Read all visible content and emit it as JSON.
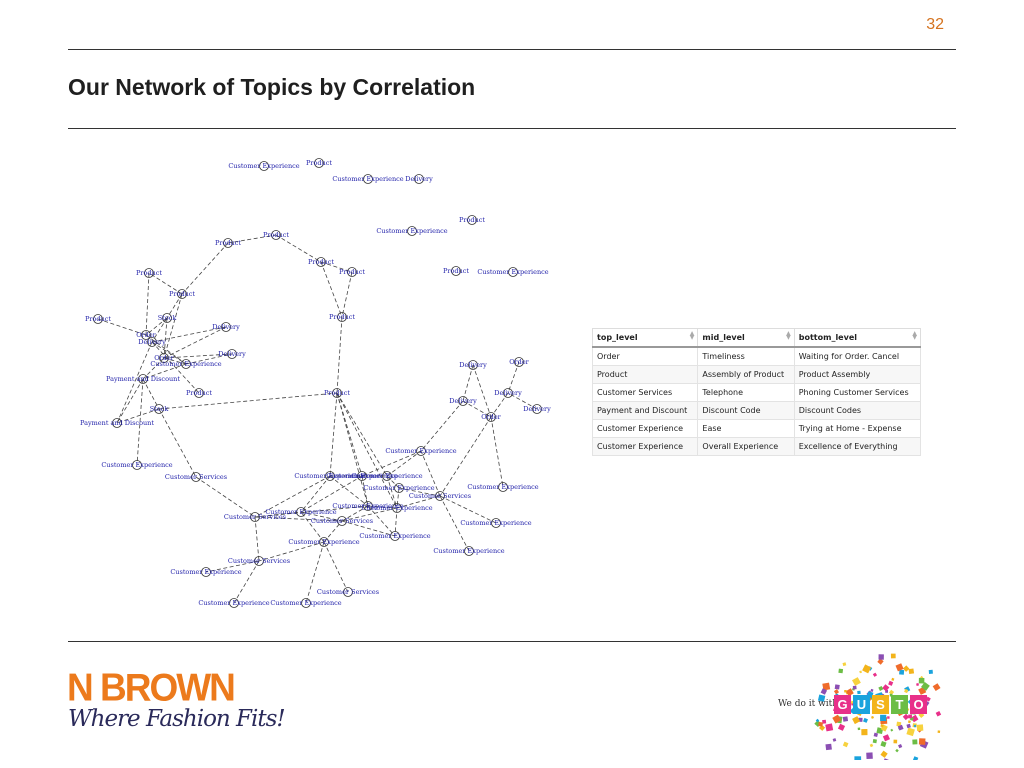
{
  "page_number": "32",
  "title": "Our Network of Topics by Correlation",
  "network": {
    "nodes": [
      {
        "id": 0,
        "label": "Customer Experience"
      },
      {
        "id": 1,
        "label": "Product"
      },
      {
        "id": 2,
        "label": "Customer Experience"
      },
      {
        "id": 3,
        "label": "Delivery"
      },
      {
        "id": 4,
        "label": "Customer Experience"
      },
      {
        "id": 5,
        "label": "Product"
      },
      {
        "id": 6,
        "label": "Product"
      },
      {
        "id": 7,
        "label": "Product"
      },
      {
        "id": 8,
        "label": "Product"
      },
      {
        "id": 9,
        "label": "Product"
      },
      {
        "id": 10,
        "label": "Product"
      },
      {
        "id": 11,
        "label": "Customer Experience"
      },
      {
        "id": 12,
        "label": "Product"
      },
      {
        "id": 13,
        "label": "Product"
      },
      {
        "id": 14,
        "label": "Product"
      },
      {
        "id": 15,
        "label": "Stock"
      },
      {
        "id": 16,
        "label": "Delivery"
      },
      {
        "id": 17,
        "label": "Order"
      },
      {
        "id": 18,
        "label": "Delivery"
      },
      {
        "id": 19,
        "label": "Order"
      },
      {
        "id": 20,
        "label": "Customer Experience"
      },
      {
        "id": 21,
        "label": "Delivery"
      },
      {
        "id": 22,
        "label": "Payment and Discount"
      },
      {
        "id": 23,
        "label": "Product"
      },
      {
        "id": 24,
        "label": "Stock"
      },
      {
        "id": 25,
        "label": "Payment and Discount"
      },
      {
        "id": 26,
        "label": "Customer Experience"
      },
      {
        "id": 27,
        "label": "Customer Services"
      },
      {
        "id": 28,
        "label": "Product"
      },
      {
        "id": 29,
        "label": "Product"
      },
      {
        "id": 30,
        "label": "Delivery"
      },
      {
        "id": 31,
        "label": "Order"
      },
      {
        "id": 32,
        "label": "Delivery"
      },
      {
        "id": 33,
        "label": "Delivery"
      },
      {
        "id": 34,
        "label": "Delivery"
      },
      {
        "id": 35,
        "label": "Order"
      },
      {
        "id": 36,
        "label": "Customer Experience"
      },
      {
        "id": 37,
        "label": "Customer Experience"
      },
      {
        "id": 38,
        "label": "Customer Experience"
      },
      {
        "id": 39,
        "label": "Customer Experience"
      },
      {
        "id": 40,
        "label": "Customer Experience"
      },
      {
        "id": 41,
        "label": "Customer Services"
      },
      {
        "id": 42,
        "label": "Customer Experience"
      },
      {
        "id": 43,
        "label": "Customer Experience"
      },
      {
        "id": 44,
        "label": "Customer Experience"
      },
      {
        "id": 45,
        "label": "Customer Services"
      },
      {
        "id": 46,
        "label": "Customer Experience"
      },
      {
        "id": 47,
        "label": "Customer Experience"
      },
      {
        "id": 48,
        "label": "Customer Experience"
      },
      {
        "id": 49,
        "label": "Customer Experience"
      },
      {
        "id": 50,
        "label": "Customer Services"
      },
      {
        "id": 51,
        "label": "Customer Experience"
      },
      {
        "id": 52,
        "label": "Customer Services"
      },
      {
        "id": 53,
        "label": "Customer Experience"
      },
      {
        "id": 54,
        "label": "Customer Experience"
      },
      {
        "id": 55,
        "label": "Customer Services"
      },
      {
        "id": 56,
        "label": "Customer Experience"
      }
    ]
  },
  "table": {
    "columns": [
      "top_level",
      "mid_level",
      "bottom_level"
    ],
    "rows": [
      [
        "Order",
        "Timeliness",
        "Waiting for Order. Cancel"
      ],
      [
        "Product",
        "Assembly of Product",
        "Product Assembly"
      ],
      [
        "Customer Services",
        "Telephone",
        "Phoning Customer Services"
      ],
      [
        "Payment and Discount",
        "Discount Code",
        "Discount Codes"
      ],
      [
        "Customer Experience",
        "Ease",
        "Trying at Home - Expense"
      ],
      [
        "Customer Experience",
        "Overall Experience",
        "Excellence of Everything"
      ]
    ]
  },
  "brand": {
    "logo_text": "N BROWN",
    "tagline": "Where Fashion Fits!",
    "gusto_prefix": "We do it with",
    "gusto_letters": [
      "G",
      "U",
      "S",
      "T",
      "O"
    ],
    "gusto_colors": [
      "#e8308a",
      "#1aa3dd",
      "#f3b41b",
      "#6cbd45",
      "#e8308a"
    ],
    "accent_orange": "#ec7a1c",
    "page_number_color": "#d5731f"
  }
}
